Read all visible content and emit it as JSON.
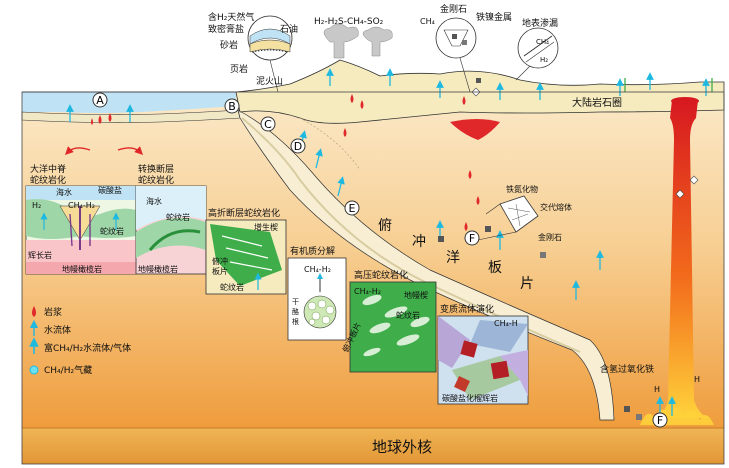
{
  "top_labels": {
    "h2_gas": "含H₂天然气",
    "tight_salt": "致密膏盐",
    "oil": "石油",
    "sandstone": "砂岩",
    "shale": "页岩",
    "mud_volcano": "泥火山",
    "gas_mix": "H₂-H₂S-CH₄-SO₂",
    "diamond": "金刚石",
    "ch4_small": "CH₄",
    "feni_metal": "铁镍金属",
    "seepage": "地表渗漏",
    "seep_ch4": "CH₄",
    "seep_h2": "H₂"
  },
  "zone_labels": {
    "continental_lithosphere": "大陆岩石圈",
    "subducting_plate": [
      "俯",
      "冲",
      "洋",
      "板",
      "片"
    ],
    "outer_core": "地球外核"
  },
  "markers": {
    "A": "A",
    "B": "B",
    "C": "C",
    "D": "D",
    "E": "E",
    "F1": "F",
    "F2": "F"
  },
  "insets": {
    "mor": {
      "title": "大洋中脊\n蛇纹岩化",
      "seawater": "海水",
      "carbonate": "碳酸盐",
      "h2": "H₂",
      "ch4_h2": "CH₄-H₂",
      "serp": "蛇纹岩",
      "gabbro": "辉长岩",
      "peridotite": "地幔橄榄岩"
    },
    "transform": {
      "title": "转换断层\n蛇纹岩化",
      "seawater": "海水",
      "serp": "蛇纹岩",
      "peridotite": "地幔橄榄岩"
    },
    "high_angle": {
      "title": "高折断层蛇纹岩化",
      "accretion": "增生楔",
      "subduct_plate": "俯冲\n板片",
      "serp": "蛇纹岩"
    },
    "organic": {
      "title": "有机质分解",
      "gas": "CH₄-H₂",
      "kerogen": "干酪根"
    },
    "hp_serp": {
      "title": "高压蛇纹岩化",
      "gas": "CH₄-H₂",
      "mantle_wedge": "地幔楔",
      "serp": "蛇纹岩",
      "slab": "俯冲板片"
    },
    "metamorphic": {
      "title": "变质流体演化",
      "gas": "CH₄-H",
      "bottom": "碳酸盐化榴辉岩"
    },
    "ferrous": {
      "iron_nitride": "铁氮化物",
      "intergrowth": "交代熔体",
      "diamond": "金刚石"
    },
    "hydride": {
      "title": "含氢过氧化铁",
      "h1": "H",
      "h2": "H"
    }
  },
  "legend": {
    "magma": "岩浆",
    "water": "水流体",
    "rich": "富CH₄/H₂水流体/气体",
    "store": "CH₄/H₂气藏"
  },
  "colors": {
    "sea": "#a9d8f0",
    "crust": "#f4ecc6",
    "slab": "#f7eed2",
    "mantle_top": "#f8dcb0",
    "mantle_bottom": "#ef9a36",
    "core": "#e8a84a",
    "serp_green": "#3fae4a",
    "magma_red": "#e0282a",
    "arrow_cyan": "#1fb9e0"
  }
}
